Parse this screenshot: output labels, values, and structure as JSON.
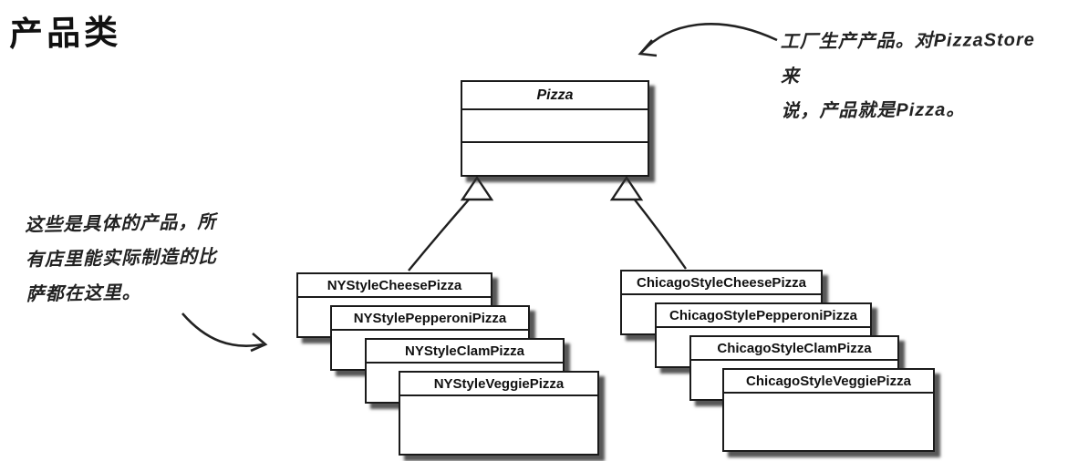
{
  "page_title": "产品类",
  "pizza_class": {
    "name": "Pizza"
  },
  "annotation_right": {
    "line1": "工厂生产产品。对PizzaStore来",
    "line2": "说，产品就是Pizza。"
  },
  "annotation_left": {
    "line1": "这些是具体的产品，所",
    "line2": "有店里能实际制造的比",
    "line3": "萨都在这里。"
  },
  "ny_classes": [
    "NYStyleCheesePizza",
    "NYStylePepperoniPizza",
    "NYStyleClamPizza",
    "NYStyleVeggiePizza"
  ],
  "chicago_classes": [
    "ChicagoStyleCheesePizza",
    "ChicagoStylePepperoniPizza",
    "ChicagoStyleClamPizza",
    "ChicagoStyleVeggiePizza"
  ]
}
